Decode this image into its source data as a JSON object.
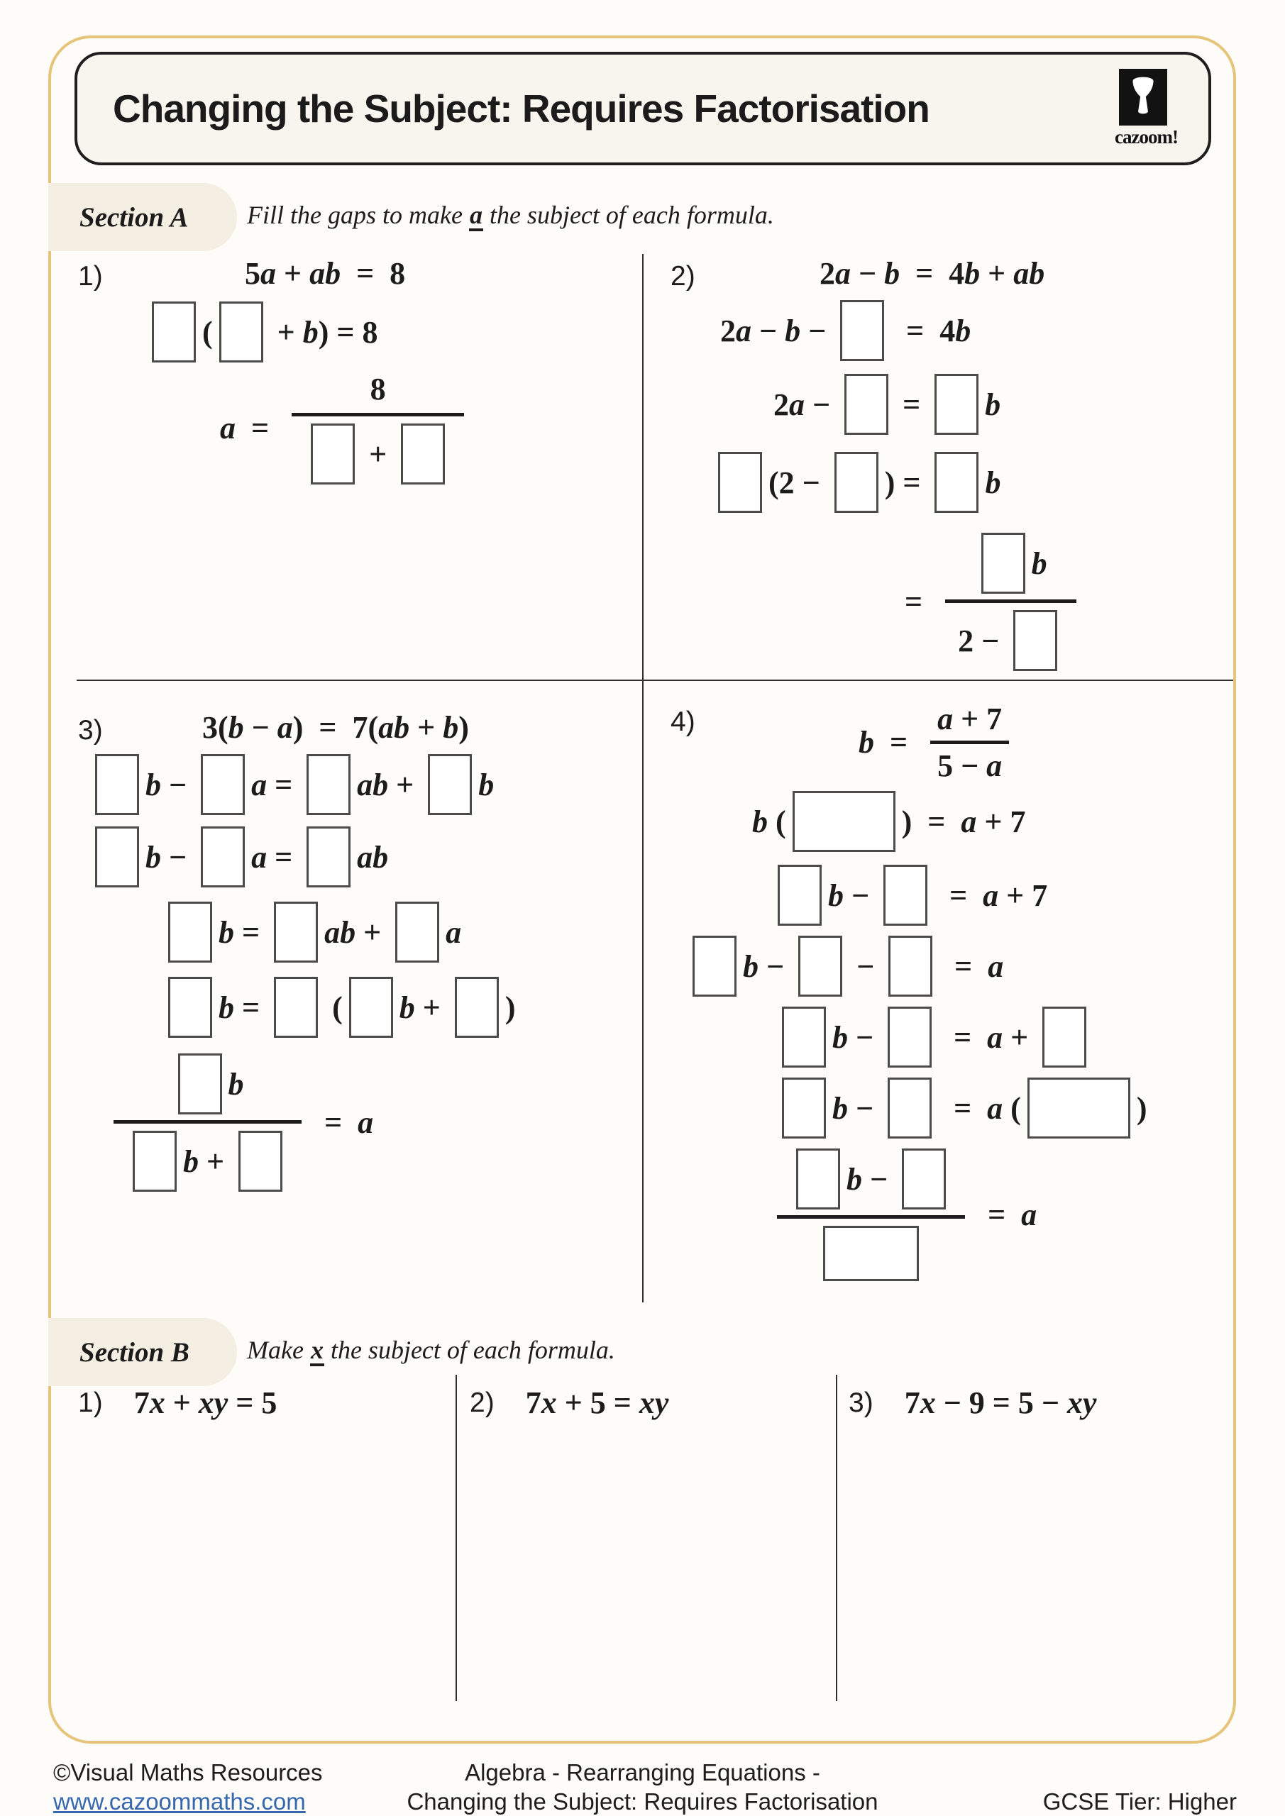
{
  "page": {
    "title": "Changing the Subject: Requires Factorisation",
    "logo_text": "cazoom!"
  },
  "colors": {
    "outer_border_gold": "#e6c479",
    "header_bg": "#f7f5ee",
    "section_label_bg": "#f4efe2",
    "link_blue": "#3767ac",
    "text": "#1c1c1c"
  },
  "section_a": {
    "label": "Section A",
    "instr_pre": "Fill the gaps to make ",
    "instr_key": "a",
    "instr_post": " the subject of each formula.",
    "questions": [
      {
        "num": "1)",
        "lines": [
          {
            "ind": 235,
            "mt": 0,
            "tokens": [
              {
                "k": "n",
                "v": "5"
              },
              {
                "k": "v",
                "v": "a"
              },
              {
                "k": "n",
                "v": " + "
              },
              {
                "k": "v",
                "v": "ab"
              },
              {
                "k": "n",
                "v": "  =  8"
              }
            ]
          },
          {
            "ind": 95,
            "mt": 14,
            "tokens": [
              {
                "k": "b"
              },
              {
                "k": "n",
                "v": "("
              },
              {
                "k": "b"
              },
              {
                "k": "n",
                "v": " + "
              },
              {
                "k": "v",
                "v": "b"
              },
              {
                "k": "n",
                "v": ") = 8"
              }
            ]
          },
          {
            "ind": 200,
            "mt": 10,
            "tokens": [
              {
                "k": "v",
                "v": "a"
              },
              {
                "k": "n",
                "v": "  =  "
              },
              {
                "k": "f",
                "num": [
                  {
                    "k": "n",
                    "v": "8"
                  }
                ],
                "den": [
                  {
                    "k": "b"
                  },
                  {
                    "k": "n",
                    "v": " + "
                  },
                  {
                    "k": "b"
                  }
                ]
              }
            ]
          }
        ]
      },
      {
        "num": "2)",
        "lines": [
          {
            "ind": 210,
            "mt": 0,
            "tokens": [
              {
                "k": "n",
                "v": "2"
              },
              {
                "k": "v",
                "v": "a"
              },
              {
                "k": "n",
                "v": " − "
              },
              {
                "k": "v",
                "v": "b"
              },
              {
                "k": "n",
                "v": "  =  4"
              },
              {
                "k": "v",
                "v": "b"
              },
              {
                "k": "n",
                "v": " + "
              },
              {
                "k": "v",
                "v": "ab"
              }
            ]
          },
          {
            "ind": 70,
            "mt": 12,
            "tokens": [
              {
                "k": "n",
                "v": "2"
              },
              {
                "k": "v",
                "v": "a"
              },
              {
                "k": "n",
                "v": " − "
              },
              {
                "k": "v",
                "v": "b"
              },
              {
                "k": "n",
                "v": " − "
              },
              {
                "k": "b"
              },
              {
                "k": "n",
                "v": "  =  4"
              },
              {
                "k": "v",
                "v": "b"
              }
            ]
          },
          {
            "ind": 145,
            "mt": 18,
            "tokens": [
              {
                "k": "n",
                "v": "2"
              },
              {
                "k": "v",
                "v": "a"
              },
              {
                "k": "n",
                "v": " − "
              },
              {
                "k": "b"
              },
              {
                "k": "n",
                "v": " = "
              },
              {
                "k": "b"
              },
              {
                "k": "v",
                "v": "b"
              }
            ]
          },
          {
            "ind": 58,
            "mt": 24,
            "tokens": [
              {
                "k": "b"
              },
              {
                "k": "n",
                "v": "(2 − "
              },
              {
                "k": "b"
              },
              {
                "k": "n",
                "v": ") = "
              },
              {
                "k": "b"
              },
              {
                "k": "v",
                "v": "b"
              }
            ]
          },
          {
            "ind": 330,
            "mt": 26,
            "tokens": [
              {
                "k": "n",
                "v": "=  "
              },
              {
                "k": "f",
                "num": [
                  {
                    "k": "b"
                  },
                  {
                    "k": "v",
                    "v": "b"
                  }
                ],
                "den": [
                  {
                    "k": "n",
                    "v": "2 − "
                  },
                  {
                    "k": "b"
                  }
                ]
              }
            ]
          }
        ]
      },
      {
        "num": "3)",
        "lines": [
          {
            "ind": 175,
            "mt": 0,
            "tokens": [
              {
                "k": "n",
                "v": "3("
              },
              {
                "k": "v",
                "v": "b"
              },
              {
                "k": "n",
                "v": " − "
              },
              {
                "k": "v",
                "v": "a"
              },
              {
                "k": "n",
                "v": ")  =  7("
              },
              {
                "k": "v",
                "v": "ab"
              },
              {
                "k": "n",
                "v": " + "
              },
              {
                "k": "v",
                "v": "b"
              },
              {
                "k": "n",
                "v": ")"
              }
            ]
          },
          {
            "ind": 15,
            "mt": 12,
            "tokens": [
              {
                "k": "b"
              },
              {
                "k": "v",
                "v": "b"
              },
              {
                "k": "n",
                "v": " − "
              },
              {
                "k": "b"
              },
              {
                "k": "v",
                "v": "a"
              },
              {
                "k": "n",
                "v": " = "
              },
              {
                "k": "b"
              },
              {
                "k": "v",
                "v": "ab"
              },
              {
                "k": "n",
                "v": " + "
              },
              {
                "k": "b"
              },
              {
                "k": "v",
                "v": "b"
              }
            ]
          },
          {
            "ind": 15,
            "mt": 16,
            "tokens": [
              {
                "k": "b"
              },
              {
                "k": "v",
                "v": "b"
              },
              {
                "k": "n",
                "v": " − "
              },
              {
                "k": "b"
              },
              {
                "k": "v",
                "v": "a"
              },
              {
                "k": "n",
                "v": " = "
              },
              {
                "k": "b"
              },
              {
                "k": "v",
                "v": "ab"
              }
            ]
          },
          {
            "ind": 118,
            "mt": 20,
            "tokens": [
              {
                "k": "b"
              },
              {
                "k": "v",
                "v": "b"
              },
              {
                "k": "n",
                "v": " = "
              },
              {
                "k": "b"
              },
              {
                "k": "v",
                "v": "ab"
              },
              {
                "k": "n",
                "v": " + "
              },
              {
                "k": "b"
              },
              {
                "k": "v",
                "v": "a"
              }
            ]
          },
          {
            "ind": 118,
            "mt": 20,
            "tokens": [
              {
                "k": "b"
              },
              {
                "k": "v",
                "v": "b"
              },
              {
                "k": "n",
                "v": " = "
              },
              {
                "k": "b"
              },
              {
                "k": "n",
                "v": " ("
              },
              {
                "k": "b"
              },
              {
                "k": "v",
                "v": "b"
              },
              {
                "k": "n",
                "v": " + "
              },
              {
                "k": "b"
              },
              {
                "k": "n",
                "v": ")"
              }
            ]
          },
          {
            "ind": 40,
            "mt": 20,
            "tokens": [
              {
                "k": "f",
                "num": [
                  {
                    "k": "b"
                  },
                  {
                    "k": "v",
                    "v": "b"
                  }
                ],
                "den": [
                  {
                    "k": "b"
                  },
                  {
                    "k": "v",
                    "v": "b"
                  },
                  {
                    "k": "n",
                    "v": " + "
                  },
                  {
                    "k": "b"
                  }
                ]
              },
              {
                "k": "n",
                "v": "  =  "
              },
              {
                "k": "v",
                "v": "a"
              }
            ]
          }
        ]
      },
      {
        "num": "4)",
        "lines": [
          {
            "ind": 265,
            "mt": 0,
            "tokens": [
              {
                "k": "v",
                "v": "b"
              },
              {
                "k": "n",
                "v": "  =  "
              },
              {
                "k": "f",
                "s": 1,
                "num": [
                  {
                    "k": "v",
                    "v": "a"
                  },
                  {
                    "k": "n",
                    "v": " + 7"
                  }
                ],
                "den": [
                  {
                    "k": "n",
                    "v": "5 − "
                  },
                  {
                    "k": "v",
                    "v": "a"
                  }
                ]
              }
            ]
          },
          {
            "ind": 115,
            "mt": 10,
            "tokens": [
              {
                "k": "v",
                "v": "b"
              },
              {
                "k": "n",
                "v": " ("
              },
              {
                "k": "b",
                "w": 145
              },
              {
                "k": "n",
                "v": ")  =  "
              },
              {
                "k": "v",
                "v": "a"
              },
              {
                "k": "n",
                "v": " + 7"
              }
            ]
          },
          {
            "ind": 142,
            "mt": 18,
            "tokens": [
              {
                "k": "b"
              },
              {
                "k": "v",
                "v": "b"
              },
              {
                "k": "n",
                "v": " − "
              },
              {
                "k": "b"
              },
              {
                "k": "n",
                "v": "  =  "
              },
              {
                "k": "v",
                "v": "a"
              },
              {
                "k": "n",
                "v": " + 7"
              }
            ]
          },
          {
            "ind": 22,
            "mt": 14,
            "tokens": [
              {
                "k": "b"
              },
              {
                "k": "v",
                "v": "b"
              },
              {
                "k": "n",
                "v": " − "
              },
              {
                "k": "b"
              },
              {
                "k": "n",
                "v": " − "
              },
              {
                "k": "b"
              },
              {
                "k": "n",
                "v": "  =  "
              },
              {
                "k": "v",
                "v": "a"
              }
            ]
          },
          {
            "ind": 148,
            "mt": 14,
            "tokens": [
              {
                "k": "b"
              },
              {
                "k": "v",
                "v": "b"
              },
              {
                "k": "n",
                "v": " − "
              },
              {
                "k": "b"
              },
              {
                "k": "n",
                "v": "  =  "
              },
              {
                "k": "v",
                "v": "a"
              },
              {
                "k": "n",
                "v": " + "
              },
              {
                "k": "b"
              }
            ]
          },
          {
            "ind": 148,
            "mt": 14,
            "tokens": [
              {
                "k": "b"
              },
              {
                "k": "v",
                "v": "b"
              },
              {
                "k": "n",
                "v": " − "
              },
              {
                "k": "b"
              },
              {
                "k": "n",
                "v": "  =  "
              },
              {
                "k": "v",
                "v": "a"
              },
              {
                "k": "n",
                "v": " ("
              },
              {
                "k": "b",
                "w": 145
              },
              {
                "k": "n",
                "v": ")"
              }
            ]
          },
          {
            "ind": 140,
            "mt": 12,
            "tokens": [
              {
                "k": "f",
                "num": [
                  {
                    "k": "b"
                  },
                  {
                    "k": "v",
                    "v": "b"
                  },
                  {
                    "k": "n",
                    "v": " − "
                  },
                  {
                    "k": "b"
                  }
                ],
                "den": [
                  {
                    "k": "b",
                    "w": 135,
                    "h": 78
                  }
                ]
              },
              {
                "k": "n",
                "v": "  =  "
              },
              {
                "k": "v",
                "v": "a"
              }
            ]
          }
        ]
      }
    ]
  },
  "section_b": {
    "label": "Section B",
    "instr_pre": "Make ",
    "instr_key": "x",
    "instr_post": " the subject of each formula.",
    "questions": [
      {
        "num": "1)",
        "tokens": [
          {
            "k": "n",
            "v": "7"
          },
          {
            "k": "v",
            "v": "x"
          },
          {
            "k": "n",
            "v": " + "
          },
          {
            "k": "v",
            "v": "xy"
          },
          {
            "k": "n",
            "v": " = 5"
          }
        ]
      },
      {
        "num": "2)",
        "tokens": [
          {
            "k": "n",
            "v": "7"
          },
          {
            "k": "v",
            "v": "x"
          },
          {
            "k": "n",
            "v": " + 5 = "
          },
          {
            "k": "v",
            "v": "xy"
          }
        ]
      },
      {
        "num": "3)",
        "tokens": [
          {
            "k": "n",
            "v": "7"
          },
          {
            "k": "v",
            "v": "x"
          },
          {
            "k": "n",
            "v": " − 9 = 5 − "
          },
          {
            "k": "v",
            "v": "xy"
          }
        ]
      }
    ]
  },
  "footer": {
    "copyright": "©Visual Maths Resources",
    "url": "www.cazoommaths.com",
    "center_line1": "Algebra - Rearranging Equations -",
    "center_line2": "Changing the Subject: Requires Factorisation",
    "tier": "GCSE Tier: Higher"
  }
}
